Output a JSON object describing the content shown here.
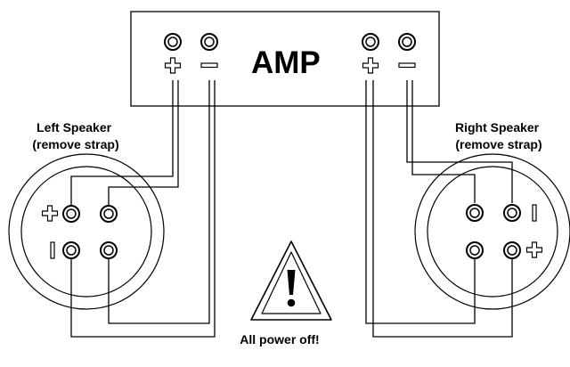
{
  "amp": {
    "title": "AMP"
  },
  "left_speaker": {
    "line1": "Left Speaker",
    "line2": "(remove strap)"
  },
  "right_speaker": {
    "line1": "Right Speaker",
    "line2": "(remove strap)"
  },
  "warning": {
    "label": "All power off!",
    "icon": "warning-triangle-icon"
  },
  "colors": {
    "stroke": "#000000",
    "background": "#ffffff"
  }
}
